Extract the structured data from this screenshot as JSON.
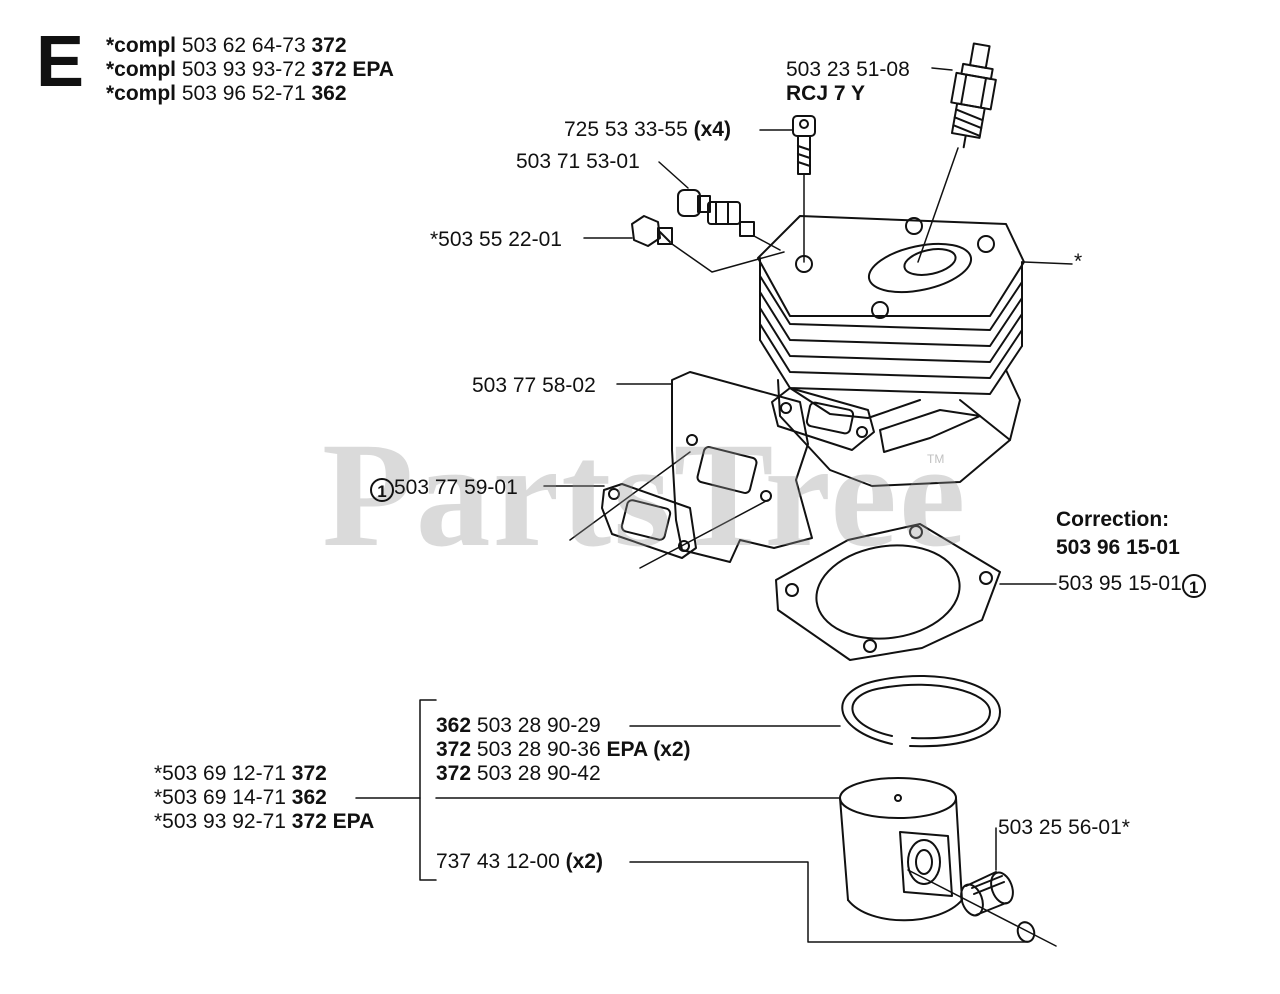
{
  "section_letter": "E",
  "header_lines": [
    {
      "prefix": "*compl",
      "number": "503 62 64-73",
      "model": "372"
    },
    {
      "prefix": "*compl",
      "number": "503 93 93-72",
      "model": "372 EPA"
    },
    {
      "prefix": "*compl",
      "number": "503 96 52-71",
      "model": "362"
    }
  ],
  "watermark": {
    "text": "PartsTree",
    "mark": "TM"
  },
  "parts": {
    "spark_plug": {
      "number": "503 23 51-08",
      "code": "RCJ 7 Y"
    },
    "screw": {
      "number": "725 53 33-55",
      "qty": "(x4)"
    },
    "decompression_valve": {
      "number": "503 71 53-01"
    },
    "plug": {
      "number": "*503 55 22-01"
    },
    "cylinder": {
      "mark": "*"
    },
    "heat_shield": {
      "number": "503 77 58-02"
    },
    "gasket_intake": {
      "circle": "1",
      "number": "503 77 59-01"
    },
    "correction": {
      "title": "Correction:",
      "number": "503 96 15-01"
    },
    "cylinder_gasket": {
      "number": "503 95 15-01",
      "circle": "1"
    },
    "piston_rings": [
      {
        "model": "362",
        "number": "503 28 90-29",
        "suffix": ""
      },
      {
        "model": "372",
        "number": "503 28 90-36",
        "suffix": "EPA (x2)"
      },
      {
        "model": "372",
        "number": "503 28 90-42",
        "suffix": ""
      }
    ],
    "piston_kits": [
      {
        "number": "*503 69 12-71",
        "model": "372"
      },
      {
        "number": "*503 69 14-71",
        "model": "362"
      },
      {
        "number": "*503 93 92-71",
        "model": "372 EPA"
      }
    ],
    "circlip": {
      "number": "737 43 12-00",
      "qty": "(x2)"
    },
    "needle_bearing": {
      "number": "503 25 56-01*"
    }
  }
}
